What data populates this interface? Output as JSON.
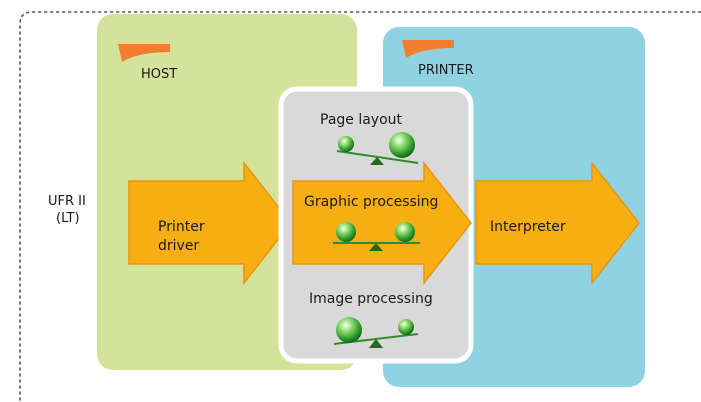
{
  "panels": {
    "host": {
      "label": "HOST",
      "color": "#d4e29a"
    },
    "printer": {
      "label": "PRINTER",
      "color": "#8fd3e3"
    }
  },
  "driver_label": {
    "line1": "UFR II",
    "line2": "(LT)"
  },
  "stages": {
    "printer_driver": {
      "line1": "Printer",
      "line2": "driver"
    },
    "graphic_processing": "Graphic processing",
    "interpreter": "Interpreter"
  },
  "work_panel": {
    "page_layout": "Page layout",
    "image_processing": "Image processing",
    "color": "#d9d9d9"
  },
  "colors": {
    "arrow": "#f7ae12",
    "arrow_edge": "#e8960a",
    "flag": "#f07e2c",
    "ball": "#33a02c",
    "balance_bar": "#2e8b2e",
    "border": "#404040"
  },
  "balances": [
    {
      "id": "page-layout",
      "left_weight": "light",
      "right_weight": "heavy"
    },
    {
      "id": "graphic-processing",
      "left_weight": "equal",
      "right_weight": "equal"
    },
    {
      "id": "image-processing",
      "left_weight": "heavy",
      "right_weight": "light"
    }
  ]
}
